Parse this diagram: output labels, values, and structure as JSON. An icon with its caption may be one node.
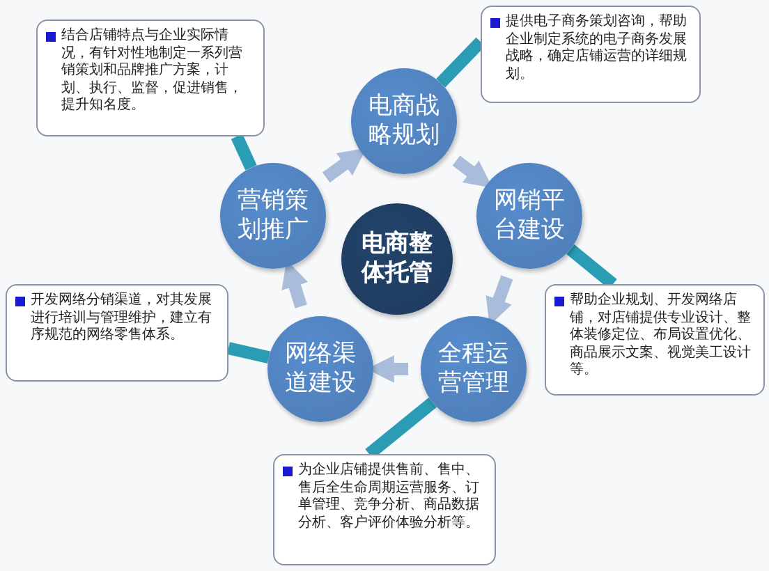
{
  "diagram": {
    "nodes": [
      {
        "text": [
          "结合店铺特点与企业实际情况，有针对性地制定一系列营销策划和品牌推广方案，计划、执行、监督，促进销售，提升知名度。"
        ]
      },
      {
        "text": [
          "提供电子商务策划咨询，帮助企业制定系统的电子商务发展战略，确定店铺运营的详细规划。"
        ]
      },
      {
        "text": [
          "电商战略规划"
        ]
      },
      {
        "text": [
          "营销策划推广"
        ]
      },
      {
        "text": [
          "电商整体托管"
        ]
      },
      {
        "text": [
          "网销平台建设"
        ]
      },
      {
        "text": [
          "开发网络分销渠道，对其发展进行培训与管理维护，建立有序规范的网络零售体系。"
        ]
      },
      {
        "text": [
          "帮助企业规划、开发网络店铺，对店铺提供专业设计、整体装修定位、布局设置优化、商品展示文案、视觉美工设计等。"
        ]
      },
      {
        "text": [
          "网络渠道建设"
        ]
      },
      {
        "text": [
          "全程运营管理"
        ]
      },
      {
        "text": [
          "为企业店铺提供售前、售中、售后全生命周期运营服务、订单管理、竞争分析、商品数据分析、客户评价体验分析等。"
        ]
      }
    ],
    "edges": [
      {
        "from": 2,
        "to": 5,
        "arrow": "to"
      },
      {
        "from": 5,
        "to": 9,
        "arrow": "to"
      },
      {
        "from": 9,
        "to": 8,
        "arrow": "to"
      },
      {
        "from": 8,
        "to": 3,
        "arrow": "to"
      },
      {
        "from": 3,
        "to": 2,
        "arrow": "to"
      },
      {
        "from": 0,
        "to": 3,
        "arrow": "none",
        "color": "#2a9db5"
      },
      {
        "from": 1,
        "to": 2,
        "arrow": "none",
        "color": "#2a9db5"
      },
      {
        "from": 7,
        "to": 5,
        "arrow": "none",
        "color": "#2a9db5"
      },
      {
        "from": 6,
        "to": 8,
        "arrow": "none",
        "color": "#2a9db5"
      },
      {
        "from": 10,
        "to": 9,
        "arrow": "none",
        "color": "#2a9db5"
      }
    ]
  }
}
